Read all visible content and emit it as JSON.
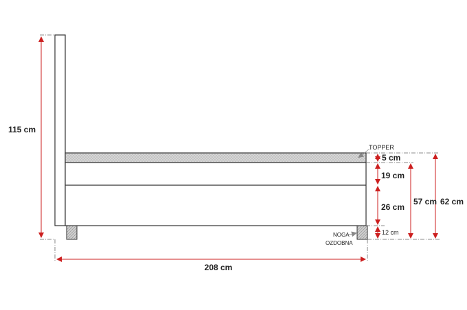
{
  "diagram": {
    "labels": {
      "headboard_height": "115 cm",
      "length": "208 cm",
      "topper_thickness": "5 cm",
      "upper_box": "19 cm",
      "lower_box": "26 cm",
      "leg_height": "12 cm",
      "bed_height": "57 cm",
      "total_height": "62 cm",
      "topper": "TOPPER",
      "leg_line1": "NOGA",
      "leg_line2": "OZDOBNA"
    },
    "colors": {
      "outline": "#333333",
      "dimension_line": "#cc1f1f",
      "guide_line": "#666666",
      "topper_fill": "#d4d4d4",
      "leg_fill": "#c8c8c8"
    }
  }
}
